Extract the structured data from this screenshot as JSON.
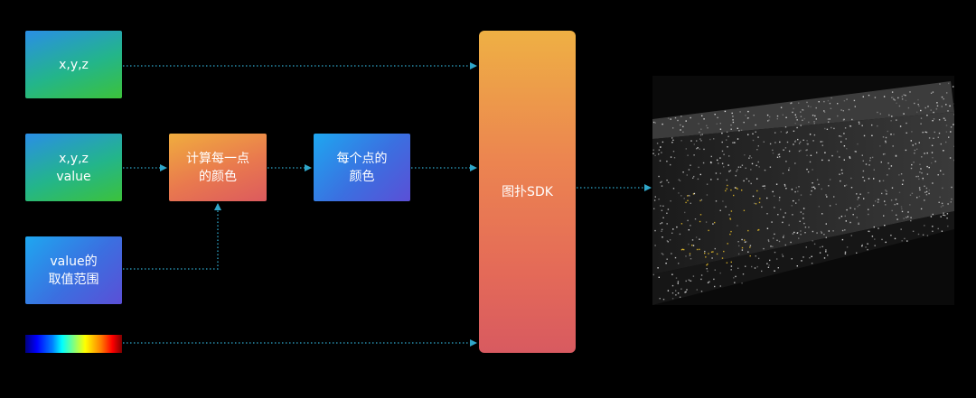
{
  "nodes": {
    "xyz": [
      "x,y,z"
    ],
    "xyz_value": [
      "x,y,z",
      "value"
    ],
    "value_range": [
      "value的",
      "取值范围"
    ],
    "compute": [
      "计算每一点",
      "的颜色"
    ],
    "point_color": [
      "每个点的",
      "颜色"
    ],
    "sdk": [
      "图扑SDK"
    ]
  },
  "colormap": {
    "name": "jet",
    "stops": [
      "#000080",
      "#0000ff",
      "#0080ff",
      "#00ffff",
      "#80ff80",
      "#ffff00",
      "#ff8000",
      "#ff0000",
      "#800000"
    ]
  },
  "output_image": {
    "description": "dark point-cloud rendering of a tunnel or corridor interior, grey points with yellow highlights"
  },
  "colors": {
    "edge": "#2fa6c9",
    "background": "#000000"
  }
}
